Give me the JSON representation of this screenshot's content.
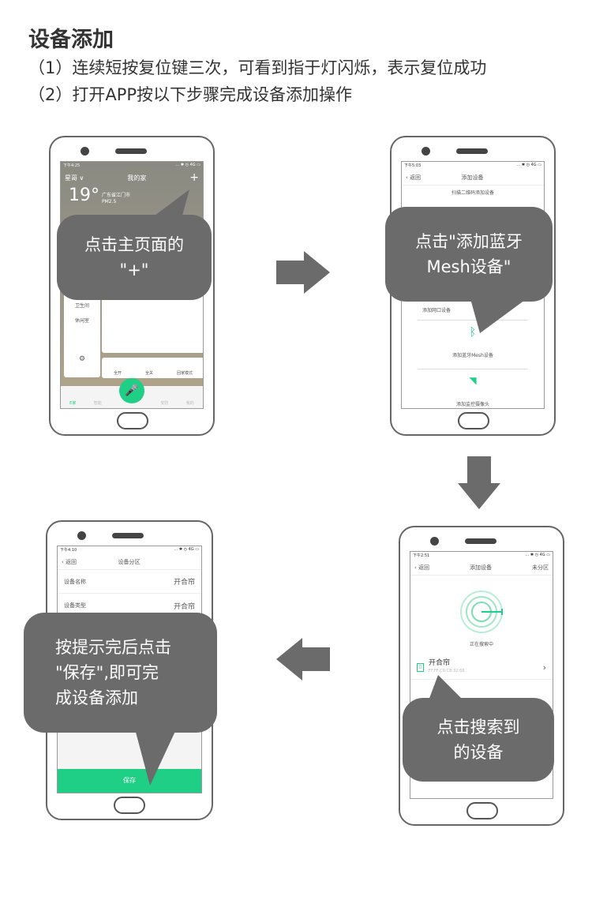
{
  "title": "设备添加",
  "steps": [
    "（1）连续短按复位键三次，可看到指于灯闪烁，表示复位成功",
    "（2）打开APP按以下步骤完成设备添加操作"
  ],
  "phone1": {
    "time": "下午4:25",
    "status": "… ✱ ◷ 4G ▭",
    "user": "星哥 ∨",
    "home_title": "我的家",
    "plus": "+",
    "temp": "19°",
    "city": "广东省江门市",
    "pm": "PM2.5",
    "rooms": [
      "卫生间",
      "休闲室"
    ],
    "scenes": [
      "全开",
      "全关",
      "回家模式"
    ],
    "tabs": [
      "E家",
      "智能",
      "安防",
      "我的"
    ],
    "bubble": [
      "点击主页面的",
      "\"+\""
    ]
  },
  "phone2": {
    "time": "下午5:03",
    "status": "… ✱ ◷ 4G ▭",
    "back": "‹ 返回",
    "title": "添加设备",
    "items": [
      "扫描二维码添加设备",
      "添加网口设备",
      "添加蓝牙Mesh设备",
      "添加监控摄像头"
    ],
    "bubble": [
      "点击\"添加蓝牙",
      "Mesh设备\""
    ]
  },
  "phone3": {
    "time": "下午2:51",
    "status": "… ✱ ◷ 4G ▭",
    "back": "‹ 返回",
    "title": "添加设备",
    "right": "未分区",
    "searching": "正在搜索中",
    "device_name": "开合帘",
    "device_mac": "FF:FF:C9:CB:32:68",
    "chevron": "›",
    "bubble": [
      "点击搜索到",
      "的设备"
    ]
  },
  "phone4": {
    "time": "下午4:10",
    "status": "… ✱ ◷ 4G ▭",
    "back": "‹ 返回",
    "title": "设备分区",
    "rows": [
      {
        "label": "设备名称",
        "value": "开合帘"
      },
      {
        "label": "设备类型",
        "value": "开合帘"
      }
    ],
    "save": "保存",
    "bubble": [
      "按提示完后点击",
      "\"保存\",即可完",
      "成设备添加"
    ]
  },
  "colors": {
    "accent": "#1fcf86",
    "bubble": "#6b6b6b",
    "arrow": "#6b6b6b"
  }
}
